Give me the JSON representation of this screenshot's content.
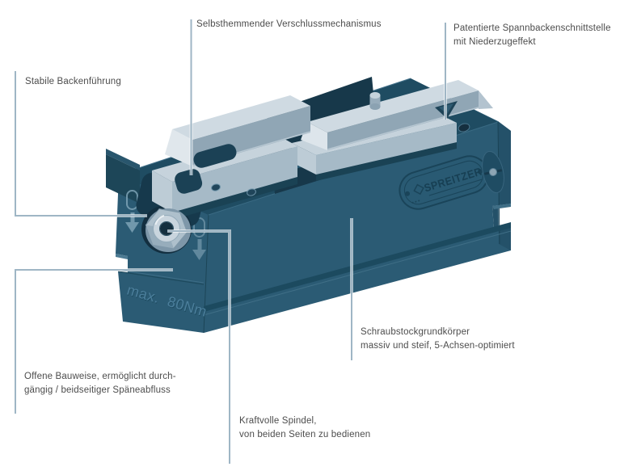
{
  "diagram": {
    "description": "Feature diagram of a 5-axis machine vise",
    "colors": {
      "background": "#ffffff",
      "body_teal": "#2b5b74",
      "body_top": "#1f4c62",
      "body_dark_recess": "#16394c",
      "jaw_light": "#cfdae2",
      "jaw_medium": "#a6bac7",
      "leader_line": "#9fb6c5",
      "label_text": "#4c4c4c",
      "badge_text": "#173f53"
    },
    "labels": [
      {
        "id": "verschlussmechanismus",
        "lines": [
          "Selbsthemmender Verschlussmechanismus",
          ""
        ]
      },
      {
        "id": "spannbackenschnittstelle",
        "lines": [
          "Patentierte Spannbackenschnittstelle",
          "mit Niederzugeffekt"
        ]
      },
      {
        "id": "backenfuehrung",
        "lines": [
          "Stabile Backenführung",
          ""
        ]
      },
      {
        "id": "bauweise",
        "lines": [
          "Offene Bauweise, ermöglicht durch-",
          "gängig / beidseitiger Späneabfluss"
        ]
      },
      {
        "id": "spindel",
        "lines": [
          "Kraftvolle Spindel,",
          "von beiden Seiten zu bedienen"
        ]
      },
      {
        "id": "grundkoerper",
        "lines": [
          "Schraubstockgrundkörper",
          "massiv und steif, 5-Achsen-optimiert"
        ]
      }
    ],
    "engravings": {
      "torque": "max.  80Nm",
      "badge": "SPREITZER"
    }
  }
}
